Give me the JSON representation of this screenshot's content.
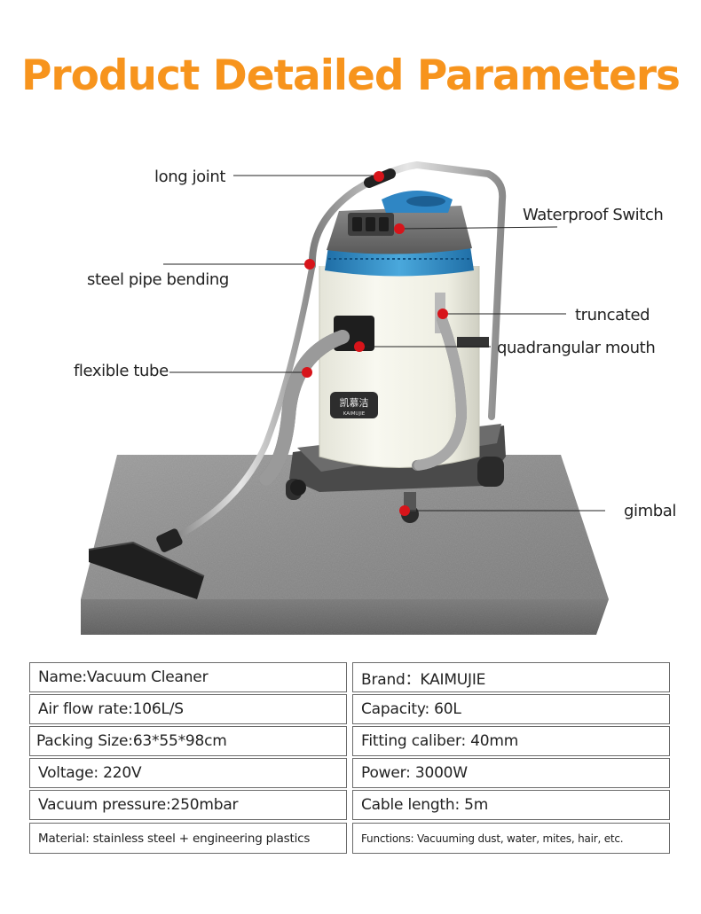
{
  "page": {
    "title": "Product Detailed Parameters",
    "accent_color": "#f7941d"
  },
  "product": {
    "logo_text": "凯慕洁",
    "logo_subtext": "KAIMUJIE"
  },
  "callouts": [
    "long joint",
    "Waterproof Switch",
    "steel pipe bending",
    "truncated",
    "quadrangular mouth",
    "flexible tube",
    "gimbal"
  ],
  "specs": {
    "left": [
      "Name:Vacuum Cleaner",
      " Air flow rate:106L/S",
      "Packing Size:63*55*98cm",
      "Voltage: 220V",
      "Vacuum pressure:250mbar",
      " Material: stainless steel + engineering plastics"
    ],
    "right": [
      "Brand：KAIMUJIE",
      "Capacity: 60L",
      "Fitting caliber: 40mm",
      "Power: 3000W",
      "Cable length: 5m",
      "Functions: Vacuuming dust, water, mites, hair, etc."
    ]
  }
}
